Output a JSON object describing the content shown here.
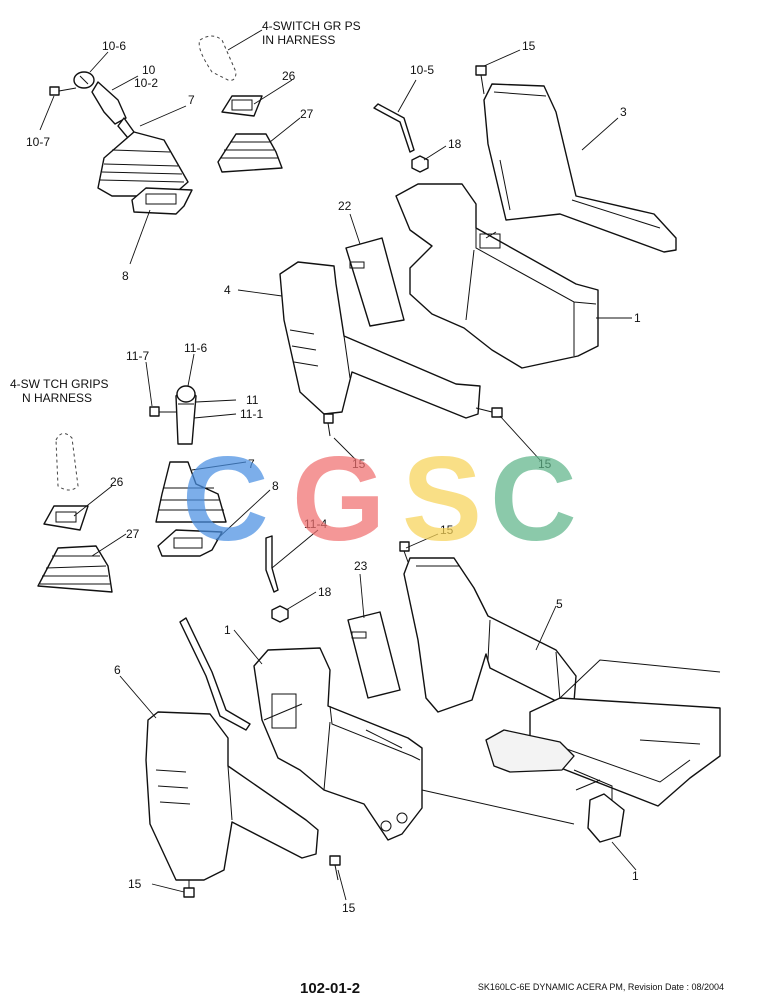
{
  "labels": {
    "l_10_6": "10-6",
    "l_10": "10",
    "l_10_2": "10-2",
    "l_10_7": "10-7",
    "l_7a": "7",
    "l_26a": "26",
    "l_27a": "27",
    "l_8a": "8",
    "l_4sw_a1": "4-SWITCH GR PS",
    "l_4sw_a2": "IN HARNESS",
    "l_10_5": "10-5",
    "l_15a": "15",
    "l_3": "3",
    "l_18a": "18",
    "l_22": "22",
    "l_4": "4",
    "l_1a": "1",
    "l_11_7": "11-7",
    "l_11_6": "11-6",
    "l_11": "11",
    "l_11_1": "11-1",
    "l_4sw_b1": "4-SW TCH GRIPS",
    "l_4sw_b2": "N HARNESS",
    "l_7b": "7",
    "l_8b": "8",
    "l_26b": "26",
    "l_27b": "27",
    "l_15b": "15",
    "l_15c": "15",
    "l_11_4": "11-4",
    "l_15d": "15",
    "l_18b": "18",
    "l_23": "23",
    "l_5": "5",
    "l_1b": "1",
    "l_6": "6",
    "l_15e": "15",
    "l_15f": "15",
    "l_1c": "1"
  },
  "watermark": {
    "letters": [
      "C",
      "G",
      "S",
      "C"
    ],
    "colors": [
      "#4a90e2",
      "#f07070",
      "#f7d358",
      "#5fb58a"
    ]
  },
  "footer": {
    "code": "102-01-2",
    "revision": "SK160LC-6E DYNAMIC ACERA PM, Revision Date : 08/2004"
  }
}
